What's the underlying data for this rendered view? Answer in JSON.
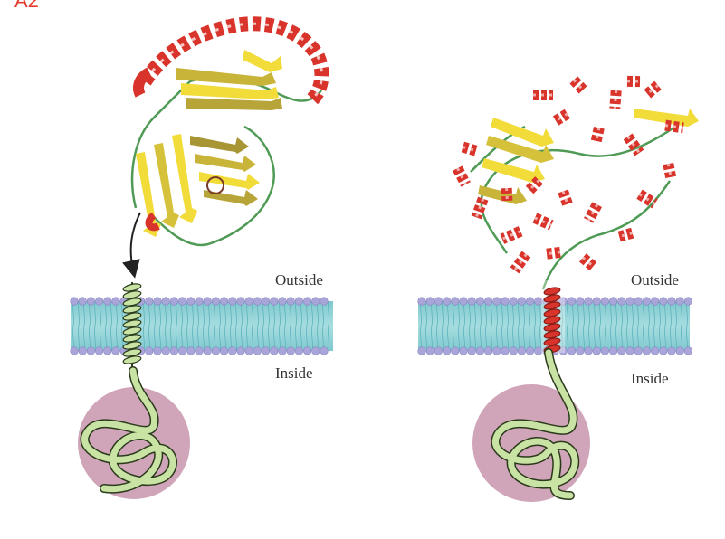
{
  "panel_tag": "A2",
  "left_panel": {
    "outside_label": "Outside",
    "inside_label": "Inside"
  },
  "right_panel": {
    "outside_label": "Outside",
    "inside_label": "Inside"
  },
  "colors": {
    "helix": "#d9342b",
    "sheet": "#f1dc3a",
    "loop": "#4f9a55",
    "membrane_head": "#a9a5d8",
    "membrane_core": "#8fd3d7",
    "domain": "#c895ad",
    "ribbon": "#c9e3a5"
  },
  "icons": [
    "protein-structure-icon",
    "arrow-down-icon",
    "membrane-icon"
  ]
}
